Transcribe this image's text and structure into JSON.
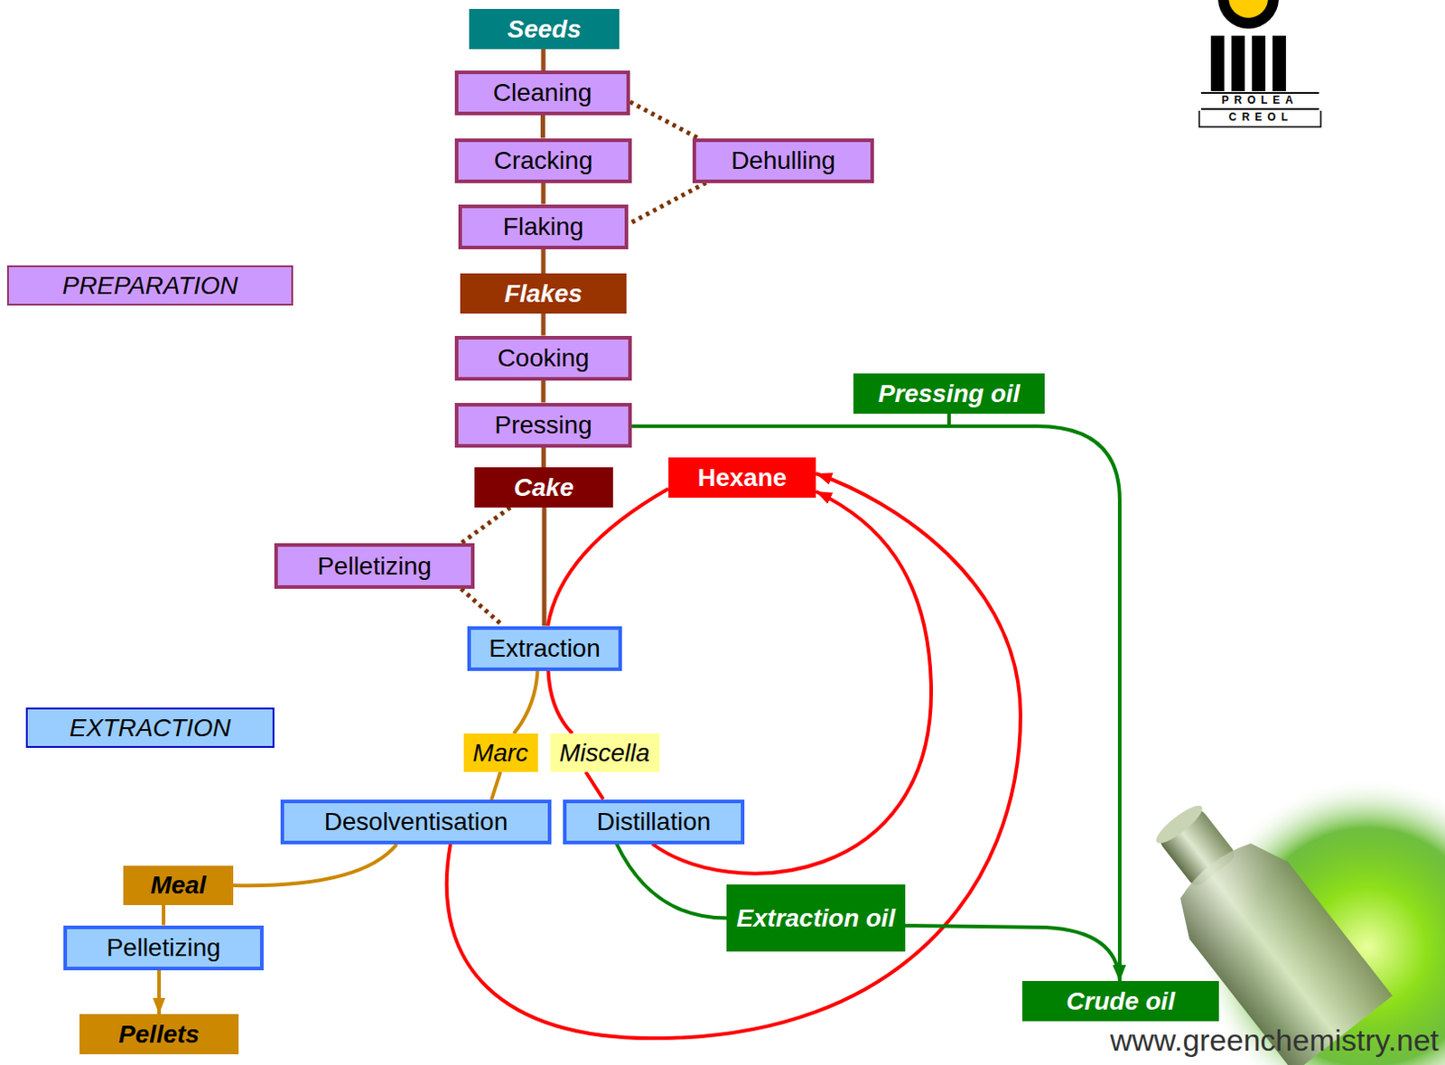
{
  "diagram": {
    "nodes": [
      {
        "text": [
          "Seeds"
        ]
      },
      {
        "text": [
          "Cleaning"
        ]
      },
      {
        "text": [
          "Cracking"
        ]
      },
      {
        "text": [
          "Dehulling"
        ]
      },
      {
        "text": [
          "Flaking"
        ]
      },
      {
        "text": [
          "Flakes"
        ]
      },
      {
        "text": [
          "Cooking"
        ]
      },
      {
        "text": [
          "Pressing"
        ]
      },
      {
        "text": [
          "Pressing oil"
        ]
      },
      {
        "text": [
          "Cake"
        ]
      },
      {
        "text": [
          "Hexane"
        ]
      },
      {
        "text": [
          "Pelletizing"
        ]
      },
      {
        "text": [
          "Extraction"
        ]
      },
      {
        "text": [
          "Marc"
        ]
      },
      {
        "text": [
          "Miscella"
        ]
      },
      {
        "text": [
          "Desolventisation"
        ]
      },
      {
        "text": [
          "Distillation"
        ]
      },
      {
        "text": [
          "Meal"
        ]
      },
      {
        "text": [
          "Extraction oil"
        ]
      },
      {
        "text": [
          "Pelletizing"
        ]
      },
      {
        "text": [
          "Pellets"
        ]
      },
      {
        "text": [
          "Crude oil"
        ]
      }
    ],
    "edges": [
      {
        "from": 0,
        "to": 1,
        "arrow": "none"
      },
      {
        "from": 1,
        "to": 2,
        "arrow": "none"
      },
      {
        "from": 2,
        "to": 4,
        "arrow": "none"
      },
      {
        "from": 4,
        "to": 5,
        "arrow": "none"
      },
      {
        "from": 5,
        "to": 6,
        "arrow": "none"
      },
      {
        "from": 6,
        "to": 7,
        "arrow": "none"
      },
      {
        "from": 7,
        "to": 9,
        "arrow": "none"
      },
      {
        "from": 9,
        "to": 12,
        "arrow": "none"
      },
      {
        "from": 1,
        "to": 3,
        "arrow": "none"
      },
      {
        "from": 3,
        "to": 4,
        "arrow": "none"
      },
      {
        "from": 9,
        "to": 11,
        "arrow": "none"
      },
      {
        "from": 11,
        "to": 12,
        "arrow": "none"
      },
      {
        "from": 7,
        "to": 8,
        "arrow": "none"
      },
      {
        "from": 8,
        "to": 21,
        "arrow": "to"
      },
      {
        "from": 10,
        "to": 12,
        "arrow": "none"
      },
      {
        "from": 12,
        "to": 14,
        "arrow": "none"
      },
      {
        "from": 14,
        "to": 16,
        "arrow": "none"
      },
      {
        "from": 16,
        "to": 10,
        "arrow": "to"
      },
      {
        "from": 15,
        "to": 10,
        "arrow": "to"
      },
      {
        "from": 12,
        "to": 13,
        "arrow": "none"
      },
      {
        "from": 13,
        "to": 15,
        "arrow": "none"
      },
      {
        "from": 15,
        "to": 17,
        "arrow": "none"
      },
      {
        "from": 17,
        "to": 19,
        "arrow": "none"
      },
      {
        "from": 19,
        "to": 20,
        "arrow": "to"
      },
      {
        "from": 16,
        "to": 18,
        "arrow": "none"
      },
      {
        "from": 18,
        "to": 21,
        "arrow": "to"
      }
    ],
    "labels": [
      "PROLEA",
      "CREOL",
      "www.greenchemistry.net"
    ],
    "legend": [
      {
        "text": "PREPARATION",
        "color": "#cc99ff"
      },
      {
        "text": "EXTRACTION",
        "color": "#99ccff"
      }
    ]
  }
}
